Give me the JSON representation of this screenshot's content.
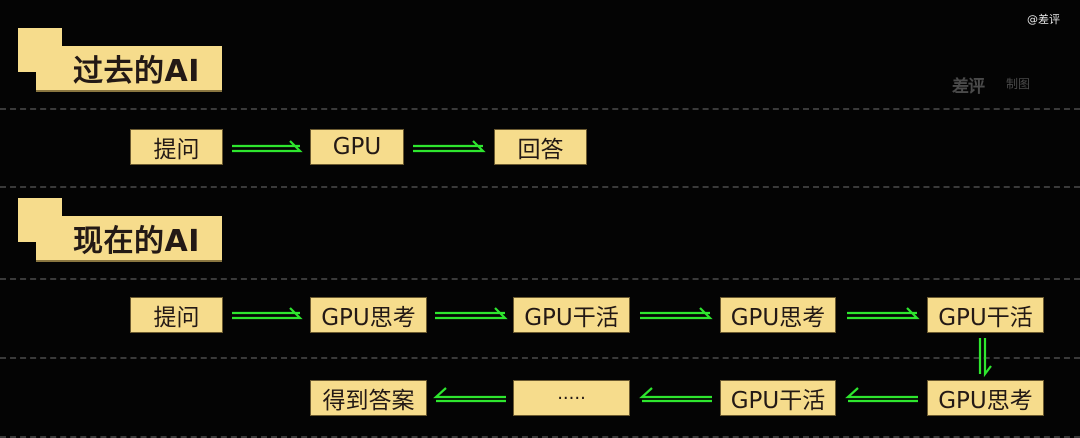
{
  "watermark": "@差评",
  "logo": {
    "mark": "差评",
    "sub": "制图"
  },
  "sections": [
    {
      "title": "过去的AI"
    },
    {
      "title": "现在的AI"
    }
  ],
  "past_flow": [
    "提问",
    "GPU",
    "回答"
  ],
  "present_flow": {
    "row1": [
      "提问",
      "GPU思考",
      "GPU干活",
      "GPU思考",
      "GPU干活"
    ],
    "row2": [
      "得到答案",
      "·····",
      "GPU干活",
      "GPU思考"
    ]
  },
  "colors": {
    "node_fill": "#f6dc8c",
    "arrow": "#2ee62e",
    "background": "#040404"
  }
}
